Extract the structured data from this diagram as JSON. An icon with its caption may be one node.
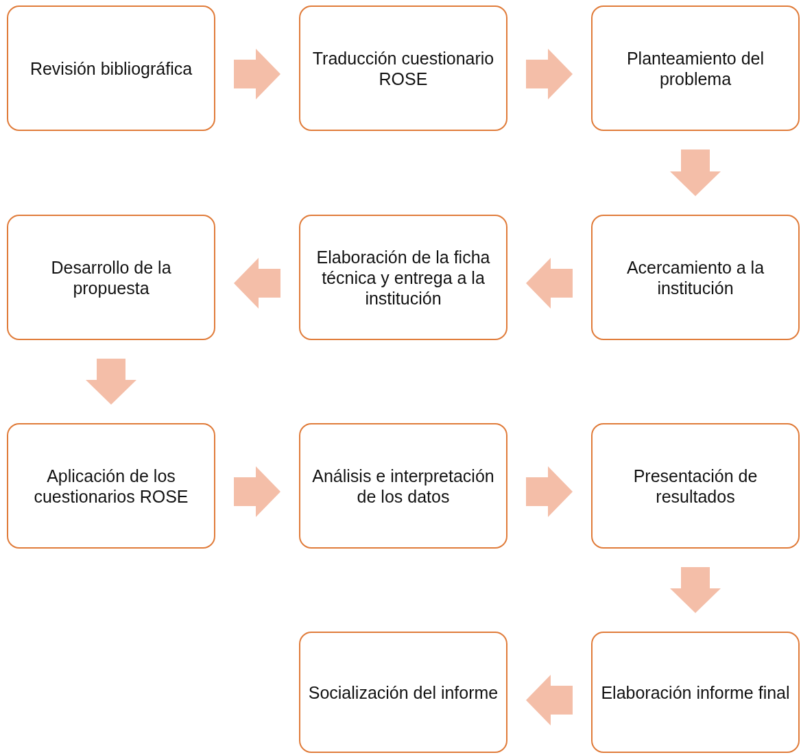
{
  "diagram": {
    "nodes": [
      {
        "text": [
          "Revisión bibliográfica"
        ]
      },
      {
        "text": [
          "Traducción cuestionario ROSE"
        ]
      },
      {
        "text": [
          "Planteamiento del problema"
        ]
      },
      {
        "text": [
          "Acercamiento a la institución"
        ]
      },
      {
        "text": [
          "Elaboración de la ficha técnica y entrega a la institución"
        ]
      },
      {
        "text": [
          "Desarrollo de la propuesta"
        ]
      },
      {
        "text": [
          "Aplicación de los cuestionarios ROSE"
        ]
      },
      {
        "text": [
          "Análisis e interpretación de los datos"
        ]
      },
      {
        "text": [
          "Presentación de resultados"
        ]
      },
      {
        "text": [
          "Elaboración informe final"
        ]
      },
      {
        "text": [
          "Socialización del informe"
        ]
      }
    ],
    "edges": [
      {
        "from": 0,
        "to": 1,
        "arrow": "to"
      },
      {
        "from": 1,
        "to": 2,
        "arrow": "to"
      },
      {
        "from": 2,
        "to": 3,
        "arrow": "to"
      },
      {
        "from": 3,
        "to": 4,
        "arrow": "to"
      },
      {
        "from": 4,
        "to": 5,
        "arrow": "to"
      },
      {
        "from": 5,
        "to": 6,
        "arrow": "to"
      },
      {
        "from": 6,
        "to": 7,
        "arrow": "to"
      },
      {
        "from": 7,
        "to": 8,
        "arrow": "to"
      },
      {
        "from": 8,
        "to": 9,
        "arrow": "to"
      },
      {
        "from": 9,
        "to": 10,
        "arrow": "to"
      }
    ]
  }
}
